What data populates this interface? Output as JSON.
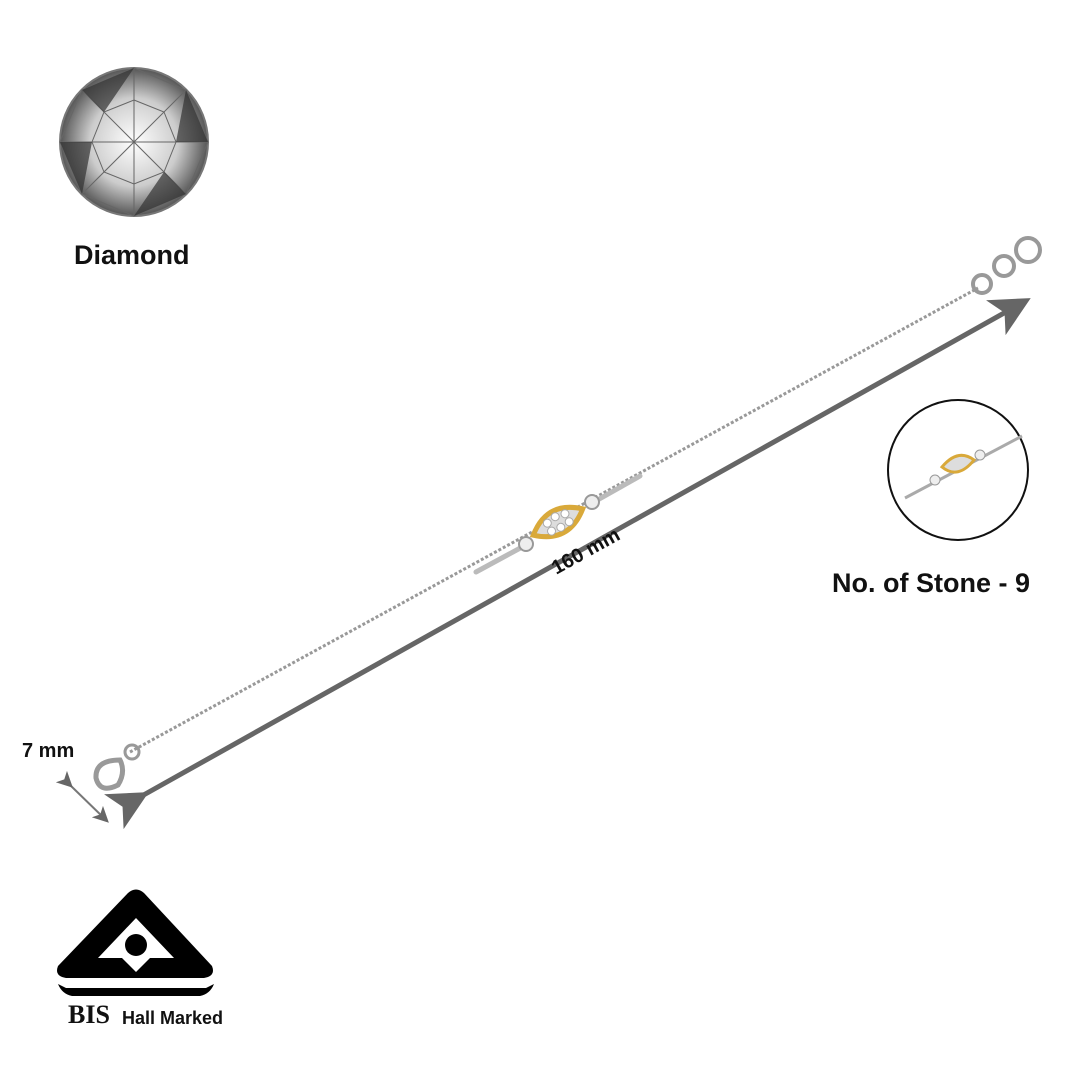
{
  "gem": {
    "label": "Diamond",
    "icon": "diamond-icon"
  },
  "dimensions": {
    "length": "160 mm",
    "width": "7 mm"
  },
  "stones": {
    "label": "No. of Stone - 9",
    "count": 9
  },
  "hallmark": {
    "brand": "BIS",
    "text": "Hall Marked"
  },
  "colors": {
    "arrow": "#666666",
    "gold": "#d9a93a",
    "silver": "#c8c8c8",
    "text": "#111111"
  }
}
